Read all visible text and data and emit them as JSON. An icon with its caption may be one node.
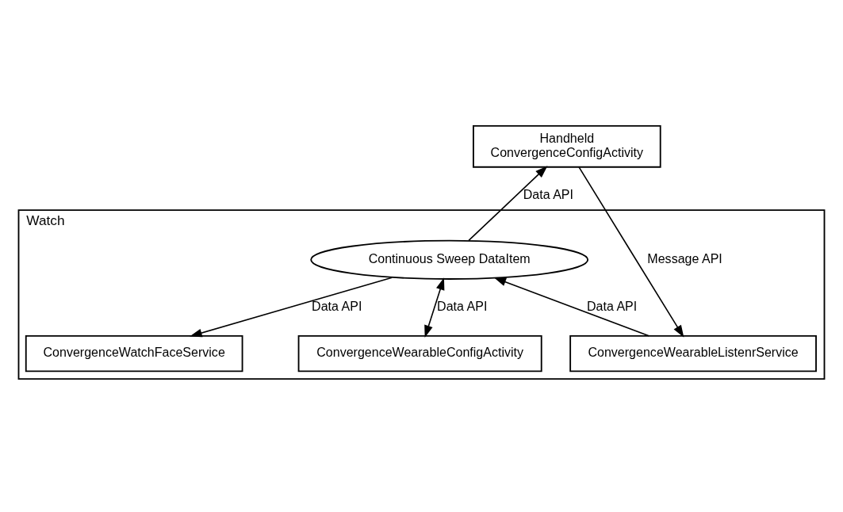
{
  "diagram": {
    "nodes": [
      {
        "text": [
          "Handheld",
          "ConvergenceConfigActivity"
        ]
      },
      {
        "text": [
          "Watch"
        ]
      },
      {
        "text": [
          "Continuous Sweep DataItem"
        ],
        "in": 1
      },
      {
        "text": [
          "ConvergenceWearableListenrService"
        ],
        "in": 1
      },
      {
        "text": [
          "ConvergenceWatchFaceService"
        ],
        "in": 1
      },
      {
        "text": [
          "ConvergenceWearableConfigActivity"
        ],
        "in": 1
      }
    ],
    "edges": [
      {
        "from": 0,
        "to": 3,
        "arrow": "to",
        "label": "Message API"
      },
      {
        "from": 2,
        "to": 0,
        "arrow": "to",
        "label": "Data API"
      },
      {
        "from": 3,
        "to": 2,
        "arrow": "to",
        "label": "Data API"
      },
      {
        "from": 2,
        "to": 4,
        "arrow": "to",
        "label": "Data API"
      },
      {
        "from": 2,
        "to": 5,
        "arrow": "both",
        "label": "Data API"
      }
    ]
  }
}
